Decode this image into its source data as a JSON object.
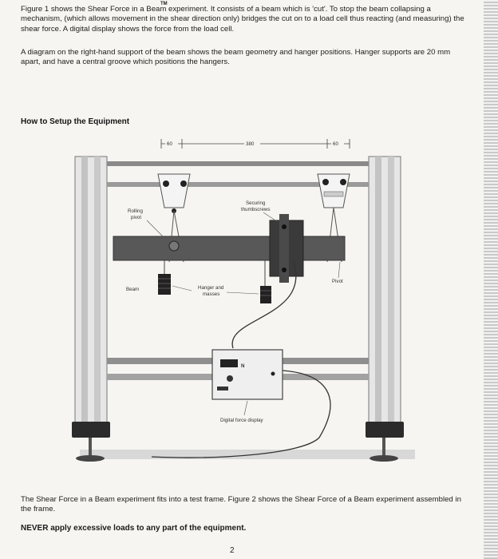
{
  "page": {
    "trademark": "TM",
    "intro_paragraph": "Figure 1 shows the Shear Force in a Beam experiment. It consists of a beam which is 'cut'. To stop the beam collapsing a mechanism, (which allows movement in the shear direction only) bridges the cut on to a load cell thus reacting (and measuring) the shear force. A digital display shows the force from the load cell.",
    "support_paragraph": "A diagram on the right-hand support of the beam shows the beam geometry and hanger positions. Hanger supports are 20 mm apart, and have a central groove which positions the hangers.",
    "section_heading": "How to Setup the Equipment",
    "frame_paragraph": "The Shear Force in a Beam experiment fits into a test frame. Figure 2 shows the Shear Force of a Beam experiment assembled in the frame.",
    "warning": "NEVER apply excessive loads to any part of the equipment.",
    "page_number": "2"
  },
  "figure": {
    "dim_left": "60",
    "dim_center": "380",
    "dim_right": "60",
    "label_rolling_pivot": [
      "Rolling",
      "pivot"
    ],
    "label_securing": [
      "Securing",
      "thumbscrews"
    ],
    "label_beam": "Beam",
    "label_hanger": [
      "Hanger and",
      "masses"
    ],
    "label_pivot": "Pivot",
    "label_display": "Digital force display",
    "display_unit": "N"
  }
}
